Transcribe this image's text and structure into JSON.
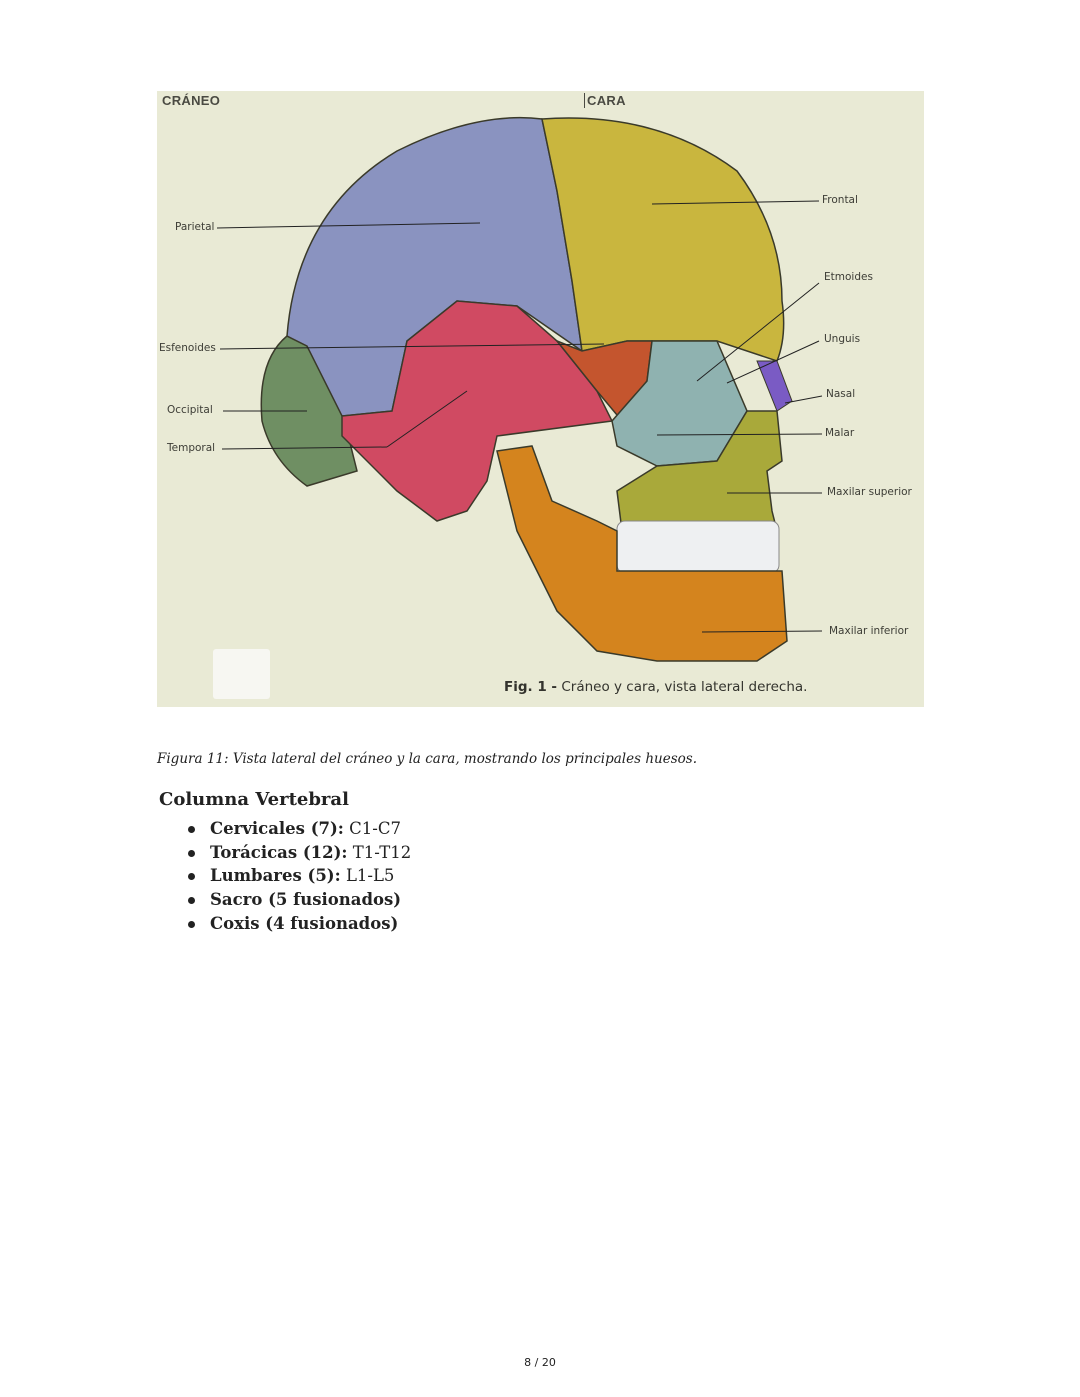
{
  "figure": {
    "header_left": "CRÁNEO",
    "header_right": "CARA",
    "inner_caption_bold": "Fig. 1 -",
    "inner_caption_text": " Cráneo y cara, vista lateral derecha.",
    "labels_left": {
      "parietal": "Parietal",
      "esfenoides": "Esfenoides",
      "occipital": "Occipital",
      "temporal": "Temporal"
    },
    "labels_right": {
      "frontal": "Frontal",
      "etmoides": "Etmoides",
      "unguis": "Unguis",
      "nasal": "Nasal",
      "malar": "Malar",
      "maxilar_superior": "Maxilar superior",
      "maxilar_inferior": "Maxilar inferior"
    },
    "colors": {
      "background": "#e9ead5",
      "parietal": "#8a93c0",
      "frontal": "#c9b63e",
      "temporal": "#d04a62",
      "esfenoides": "#c4552e",
      "occipital": "#6f8f63",
      "malar": "#8fb2b0",
      "maxilar_superior": "#a9a93a",
      "maxilar_inferior": "#d4841e",
      "nasal": "#7a5bc4",
      "teeth": "#eef0f2"
    }
  },
  "caption": "Figura 11: Vista lateral del cráneo y la cara, mostrando los principales huesos.",
  "section": {
    "title": "Columna Vertebral",
    "items": [
      {
        "term": "Cervicales (7):",
        "value": " C1-C7"
      },
      {
        "term": "Torácicas (12):",
        "value": " T1-T12"
      },
      {
        "term": "Lumbares (5):",
        "value": " L1-L5"
      },
      {
        "term": "Sacro (5 fusionados)",
        "value": ""
      },
      {
        "term": "Coxis (4 fusionados)",
        "value": ""
      }
    ]
  },
  "footer": {
    "page_number": "8 / 20"
  }
}
